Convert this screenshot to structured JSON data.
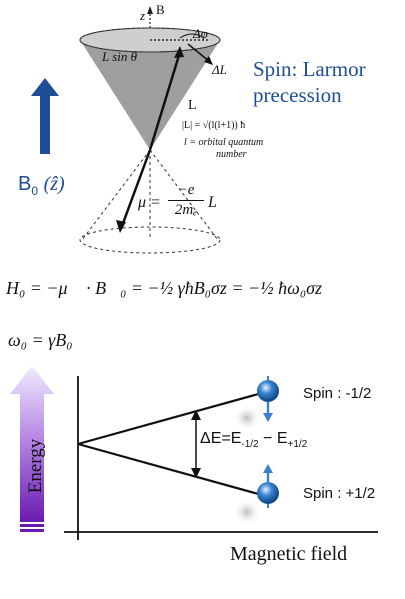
{
  "colors": {
    "blue": "#1f4e96",
    "purple": "#7a2fc0",
    "cone_fill": "#9a9a9a",
    "spin_ball": "#1d6fb8",
    "spin_arrow": "#3a7fd0"
  },
  "labels": {
    "axis_z": "z",
    "axis_B": "B",
    "L_sin_theta": "L sin θ",
    "delta_phi": "Δφ",
    "delta_L": "ΔL",
    "vec_L": "L",
    "magnitude_L": "|L| = √(l(l+1)) ħ",
    "l_definition_1": "l = orbital quantum",
    "l_definition_2": "number",
    "mu_lhs": "μ =",
    "mu_num": "−e",
    "mu_den": "2mₑ",
    "mu_rhs": "L",
    "spin_title_1": "Spin: Larmor",
    "spin_title_2": "precession",
    "b0_label": "B",
    "b0_sub": "0",
    "b0_dir": "(ẑ)",
    "hamiltonian": "H₀ = −μ⃗ · B⃗₀ = −½ γħB₀σz = −½ ħω₀σz",
    "omega": "ω₀ = γB₀",
    "energy_axis": "Energy",
    "field_axis": "Magnetic field",
    "spin_down_label": "Spin : -1/2",
    "spin_up_label": "Spin : +1/2",
    "delta_E": "ΔE=E",
    "delta_E_sub1": "-1/2",
    "delta_E_mid": " − E",
    "delta_E_sub2": "+1/2"
  },
  "icons": [
    "up-arrow-icon",
    "spin-ball-icon",
    "energy-gradient-arrow-icon"
  ]
}
